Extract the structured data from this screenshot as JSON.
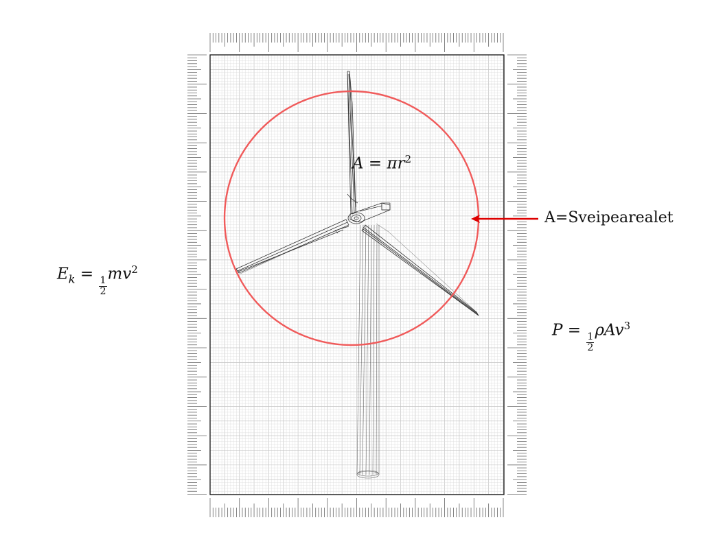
{
  "colors": {
    "circle": "#f05a5a",
    "arrow": "#dd0000",
    "grid_minor": "#dcdcdc",
    "grid_major": "#c4c4c4",
    "frame": "#111111",
    "turbine": "#333333"
  },
  "labels": {
    "area_formula": {
      "lhs": "A",
      "eq": " = ",
      "pi": "π",
      "r": "r",
      "exp": "2"
    },
    "swept_area_label": "A=Sveipearealet",
    "kinetic_energy": {
      "E": "E",
      "sub": "k",
      "eq": " = ",
      "num": "1",
      "den": "2",
      "rhs": "mv",
      "exp": "2"
    },
    "power": {
      "P": "P",
      "eq": " = ",
      "num": "1",
      "den": "2",
      "rhs": "ρAv",
      "exp": "3"
    }
  },
  "icons": [
    "wind-turbine-drawing",
    "arrow-left-icon"
  ]
}
